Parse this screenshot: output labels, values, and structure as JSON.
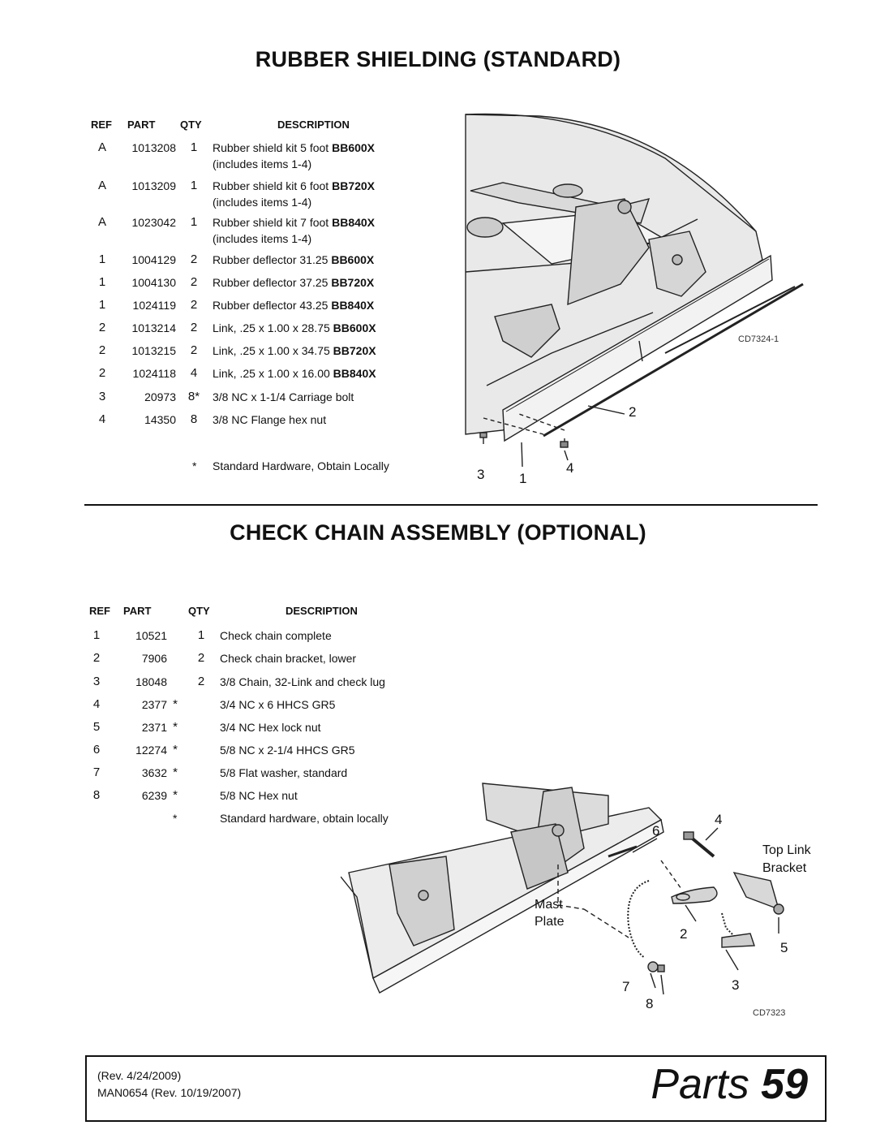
{
  "section1": {
    "title": "RUBBER SHIELDING (STANDARD)",
    "headers": {
      "ref": "REF",
      "part": "PART",
      "qty": "QTY",
      "desc": "DESCRIPTION"
    },
    "rows": [
      {
        "ref": "A",
        "part": "1013208",
        "qty": "1",
        "desc": "Rubber shield kit 5 foot ",
        "model": "BB600X",
        "desc2": "(includes items 1-4)"
      },
      {
        "ref": "A",
        "part": "1013209",
        "qty": "1",
        "desc": "Rubber shield kit 6 foot ",
        "model": "BB720X",
        "desc2": "(includes items 1-4)"
      },
      {
        "ref": "A",
        "part": "1023042",
        "qty": "1",
        "desc": "Rubber shield kit 7 foot ",
        "model": "BB840X",
        "desc2": "(includes items 1-4)"
      },
      {
        "ref": "1",
        "part": "1004129",
        "qty": "2",
        "desc": "Rubber deflector 31.25 ",
        "model": "BB600X"
      },
      {
        "ref": "1",
        "part": "1004130",
        "qty": "2",
        "desc": "Rubber deflector 37.25 ",
        "model": "BB720X"
      },
      {
        "ref": "1",
        "part": "1024119",
        "qty": "2",
        "desc": "Rubber deflector 43.25 ",
        "model": "BB840X"
      },
      {
        "ref": "2",
        "part": "1013214",
        "qty": "2",
        "desc": "Link, .25 x 1.00 x 28.75 ",
        "model": "BB600X"
      },
      {
        "ref": "2",
        "part": "1013215",
        "qty": "2",
        "desc": "Link, .25 x 1.00 x 34.75 ",
        "model": "BB720X"
      },
      {
        "ref": "2",
        "part": "1024118",
        "qty": "4",
        "desc": "Link, .25 x 1.00 x 16.00 ",
        "model": "BB840X"
      },
      {
        "ref": "3",
        "part": "20973",
        "qty": "8*",
        "desc": "3/8 NC x 1-1/4 Carriage bolt"
      },
      {
        "ref": "4",
        "part": "14350",
        "qty": "8",
        "desc": "3/8 NC Flange hex nut"
      }
    ],
    "footnote_mark": "*",
    "footnote": "Standard Hardware, Obtain Locally",
    "figure": {
      "code": "CD7324-1",
      "callouts": [
        "2",
        "3",
        "1",
        "4"
      ]
    }
  },
  "section2": {
    "title": "CHECK CHAIN ASSEMBLY (OPTIONAL)",
    "headers": {
      "ref": "REF",
      "part": "PART",
      "qty": "QTY",
      "desc": "DESCRIPTION"
    },
    "rows": [
      {
        "ref": "1",
        "part": "10521",
        "qty": "1",
        "desc": "Check chain complete"
      },
      {
        "ref": "2",
        "part": "7906",
        "qty": "2",
        "desc": "Check chain bracket, lower"
      },
      {
        "ref": "3",
        "part": "18048",
        "qty": "2",
        "desc": "3/8 Chain, 32-Link and check lug"
      },
      {
        "ref": "4",
        "part": "2377",
        "qty": "*",
        "desc": "3/4 NC x 6 HHCS GR5"
      },
      {
        "ref": "5",
        "part": "2371",
        "qty": "*",
        "desc": "3/4 NC Hex lock nut"
      },
      {
        "ref": "6",
        "part": "12274",
        "qty": "*",
        "desc": "5/8 NC x 2-1/4 HHCS GR5"
      },
      {
        "ref": "7",
        "part": "3632",
        "qty": "*",
        "desc": "5/8 Flat washer, standard"
      },
      {
        "ref": "8",
        "part": "6239",
        "qty": "*",
        "desc": "5/8 NC Hex nut"
      }
    ],
    "footnote_mark": "*",
    "footnote": "Standard hardware, obtain locally",
    "figure": {
      "code": "CD7323",
      "callouts": [
        "6",
        "4",
        "2",
        "5",
        "7",
        "3",
        "8"
      ],
      "label_top_link_1": "Top Link",
      "label_top_link_2": "Bracket",
      "label_mast_1": "Mast",
      "label_mast_2": "Plate"
    }
  },
  "footer": {
    "rev": "(Rev. 4/24/2009)",
    "manual": "MAN0654 (Rev. 10/19/2007)",
    "page_word": "Parts",
    "page_number": "59"
  }
}
